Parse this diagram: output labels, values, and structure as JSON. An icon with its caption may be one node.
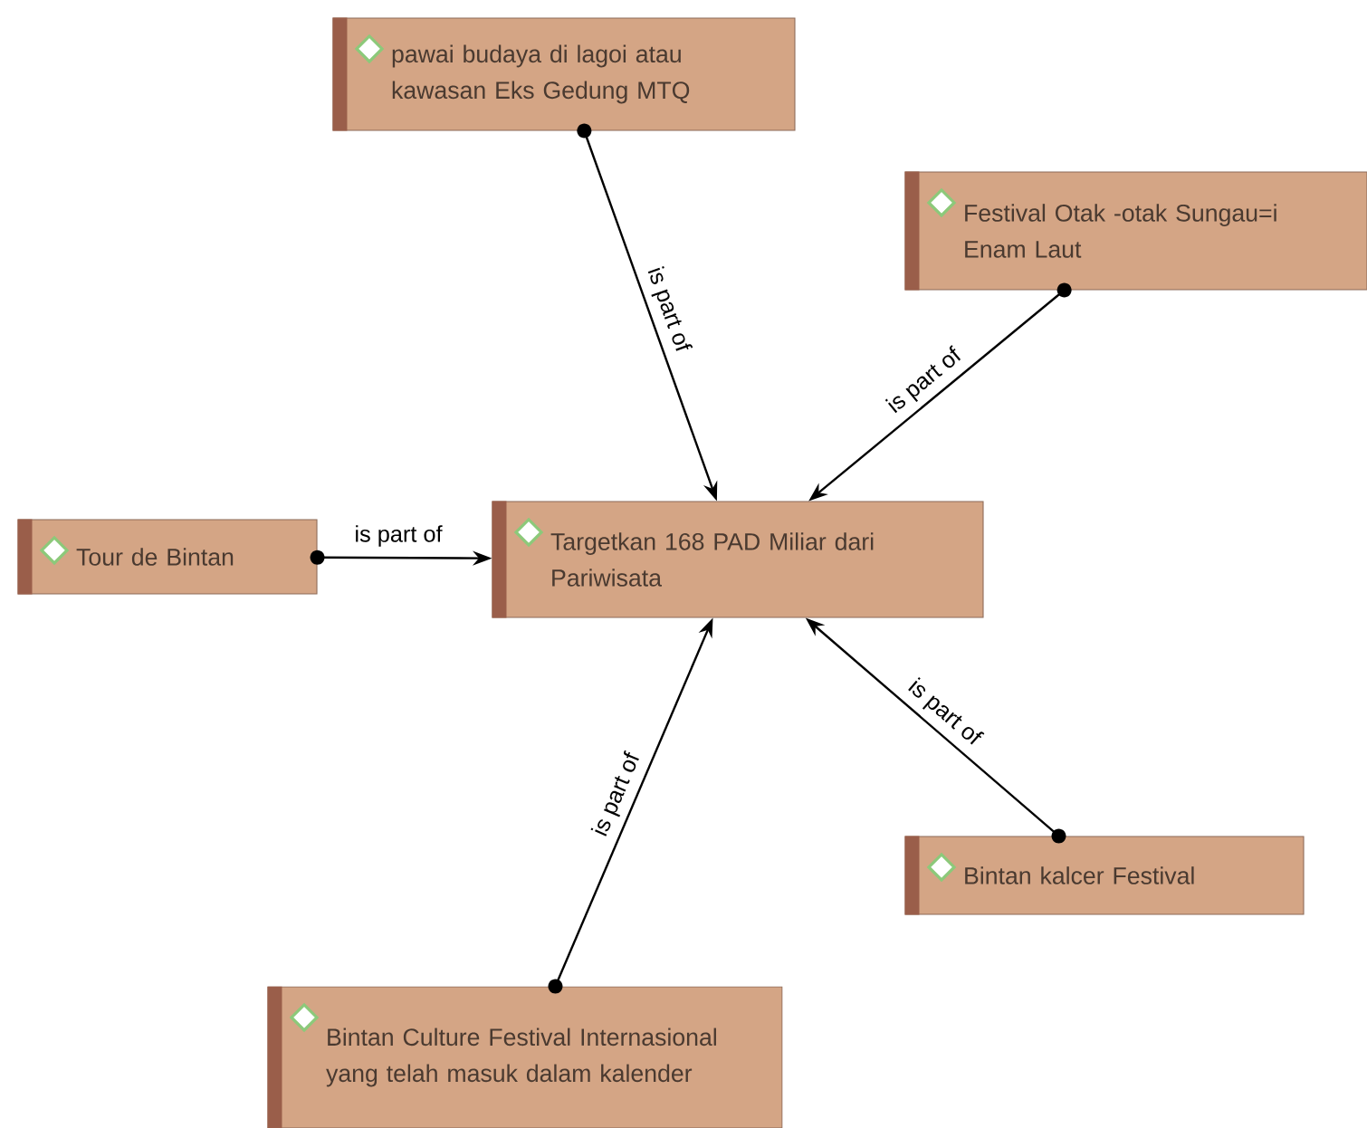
{
  "diagram": {
    "nodes": [
      {
        "text": [
          "pawai budaya di lagoi atau kawasan Eks Gedung MTQ"
        ]
      },
      {
        "text": [
          "Festival Otak -otak Sungau=i Enam Laut"
        ]
      },
      {
        "text": [
          "Tour de Bintan"
        ]
      },
      {
        "text": [
          "Targetkan 168 PAD Miliar dari Pariwisata"
        ]
      },
      {
        "text": [
          "Bintan kalcer Festival"
        ]
      },
      {
        "text": [
          "Bintan Culture Festival Internasional yang telah masuk dalam kalender"
        ]
      }
    ],
    "edges": [
      {
        "from": 0,
        "to": 3,
        "arrow": "to",
        "label": "is part of"
      },
      {
        "from": 1,
        "to": 3,
        "arrow": "to",
        "label": "is part of"
      },
      {
        "from": 2,
        "to": 3,
        "arrow": "to",
        "label": "is part of"
      },
      {
        "from": 4,
        "to": 3,
        "arrow": "to",
        "label": "is part of"
      },
      {
        "from": 5,
        "to": 3,
        "arrow": "to",
        "label": "is part of"
      }
    ]
  }
}
